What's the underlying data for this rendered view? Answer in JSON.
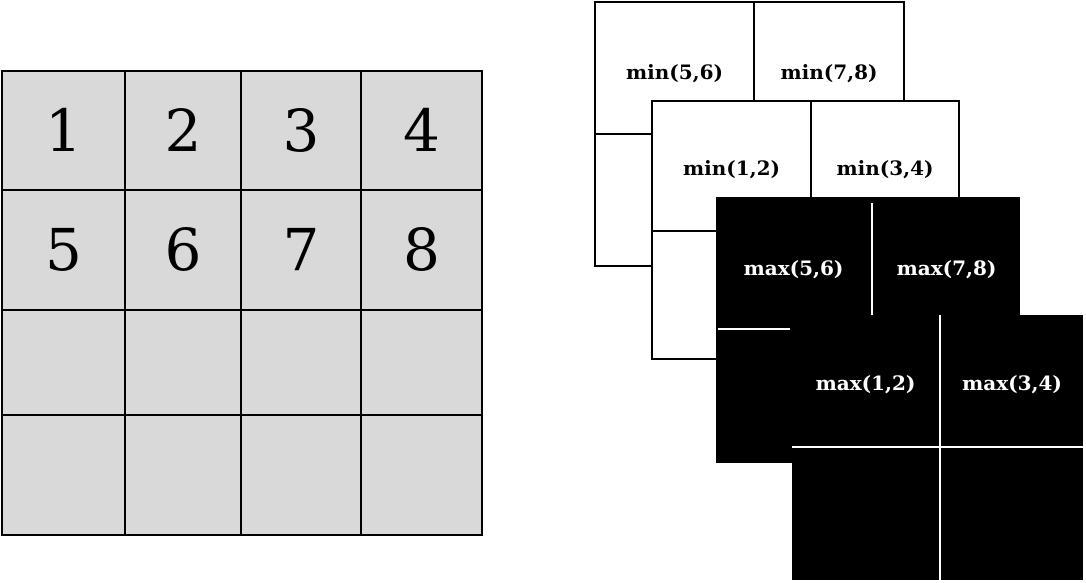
{
  "grid": {
    "row1": [
      "1",
      "2",
      "3",
      "4"
    ],
    "row2": [
      "5",
      "6",
      "7",
      "8"
    ]
  },
  "layers": [
    {
      "fill": "white",
      "labels": [
        "min(5,6)",
        "min(7,8)"
      ]
    },
    {
      "fill": "white",
      "labels": [
        "min(1,2)",
        "min(3,4)"
      ]
    },
    {
      "fill": "black",
      "labels": [
        "max(5,6)",
        "max(7,8)"
      ]
    },
    {
      "fill": "black",
      "labels": [
        "max(1,2)",
        "max(3,4)"
      ]
    }
  ],
  "colors": {
    "grid_fill": "#d9d9d9",
    "line": "#000000",
    "white_layer": "#ffffff",
    "black_layer": "#000000"
  }
}
